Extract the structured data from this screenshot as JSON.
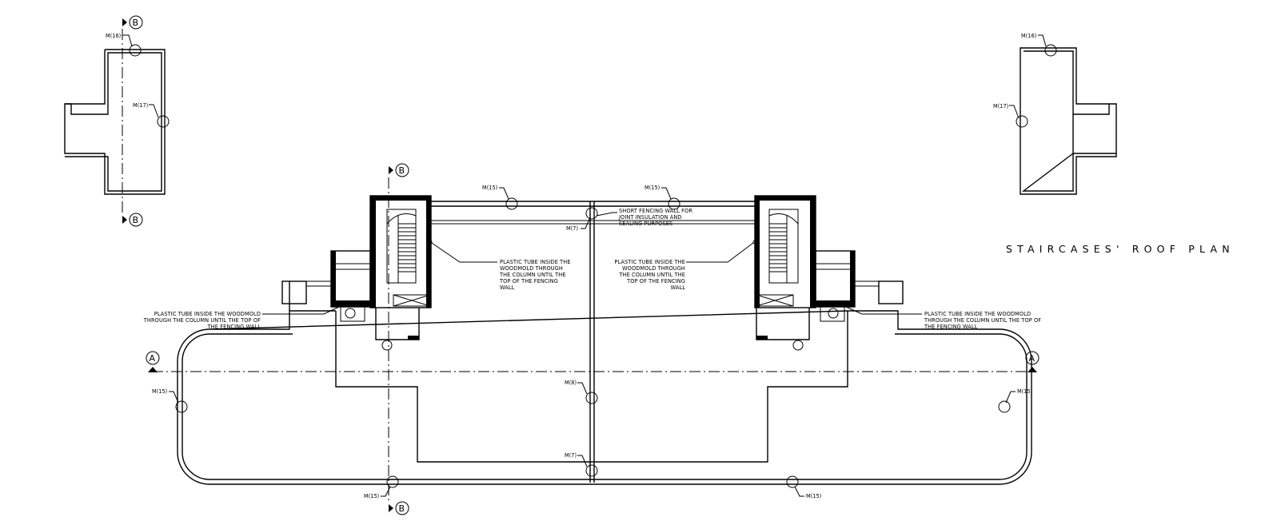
{
  "drawing": {
    "title": "STAIRCASES' ROOF PLAN",
    "section_markers": {
      "a": "A",
      "b": "B"
    },
    "mark_labels": {
      "m15": "M(15)",
      "m16": "M(16)",
      "m17": "M(17)",
      "m7": "M(7)",
      "m8": "M(8)"
    },
    "notes": {
      "short_fencing_wall": [
        "SHORT FENCING WALL FOR",
        "JOINT INSULATION AND",
        "SEALING PURPOSES"
      ],
      "tube_woodmold_left": [
        "PLASTIC TUBE INSIDE THE",
        "WOODMOLD THROUGH",
        "THE COLUMN UNTIL THE",
        "TOP OF THE FENCING",
        "WALL"
      ],
      "tube_woodmold_right": [
        "PLASTIC TUBE INSIDE THE",
        "WOODMOLD THROUGH",
        "THE COLUMN UNTIL THE",
        "TOP OF THE FENCING",
        "WALL"
      ],
      "tube_column_left": [
        "PLASTIC TUBE INSIDE THE WOODMOLD",
        "THROUGH THE COLUMN UNTIL THE TOP OF",
        "THE FENCING WALL"
      ],
      "tube_column_right": [
        "PLASTIC TUBE INSIDE THE WOODMOLD",
        "THROUGH THE COLUMN UNTIL THE TOP OF",
        "THE FENCING WALL"
      ]
    }
  }
}
